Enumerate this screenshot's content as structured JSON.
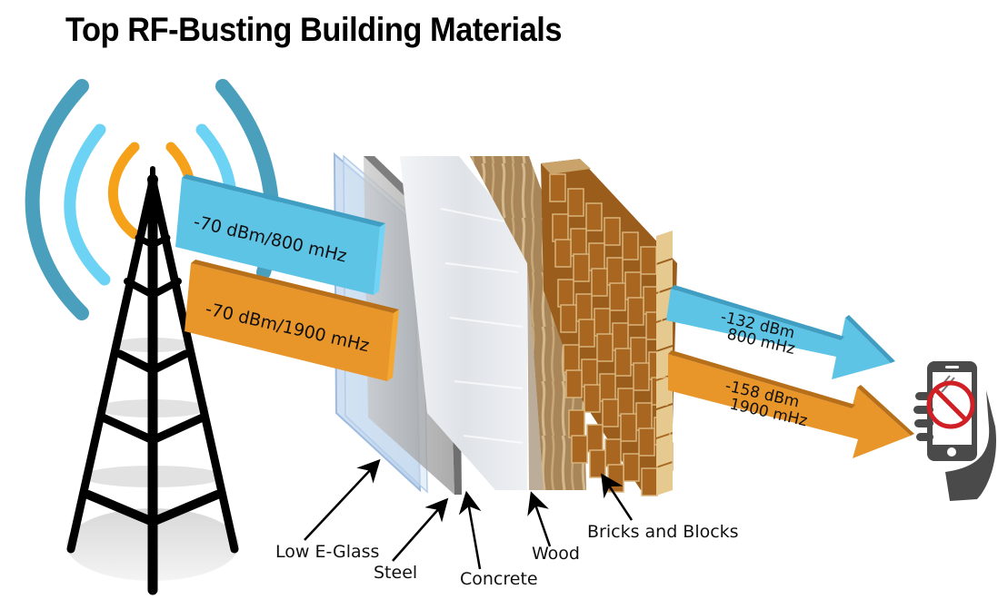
{
  "title": "Top RF-Busting Building Materials",
  "colors": {
    "signal_800": "#5ec4e6",
    "signal_800_dark": "#3f9ec2",
    "signal_1900": "#e8952a",
    "signal_1900_dark": "#b86f1a",
    "wave_outer": "#4a9fbd",
    "wave_middle": "#6dd3f5",
    "wave_inner": "#f5a11a",
    "blocked_red": "#d11f26",
    "phone_gray": "#4a4a4a"
  },
  "tower": {
    "icon": "cell-tower-icon",
    "waves": [
      "outer",
      "middle",
      "inner"
    ]
  },
  "incoming_signals": [
    {
      "id": "800",
      "label": "-70 dBm/800 mHz",
      "power_dbm": -70,
      "frequency_mhz": 800
    },
    {
      "id": "1900",
      "label": "-70 dBm/1900 mHz",
      "power_dbm": -70,
      "frequency_mhz": 1900
    }
  ],
  "materials": [
    {
      "id": "low-e-glass",
      "label": "Low E-Glass"
    },
    {
      "id": "steel",
      "label": "Steel"
    },
    {
      "id": "concrete",
      "label": "Concrete"
    },
    {
      "id": "wood",
      "label": "Wood"
    },
    {
      "id": "bricks",
      "label": "Bricks and Blocks"
    }
  ],
  "outgoing_signals": [
    {
      "id": "800",
      "line1": "-132 dBm",
      "line2": "800 mHz",
      "power_dbm": -132,
      "frequency_mhz": 800
    },
    {
      "id": "1900",
      "line1": "-158 dBm",
      "line2": "1900 mHz",
      "power_dbm": -158,
      "frequency_mhz": 1900
    }
  ],
  "receiver": {
    "icon": "phone-no-signal-icon",
    "status": "blocked"
  }
}
